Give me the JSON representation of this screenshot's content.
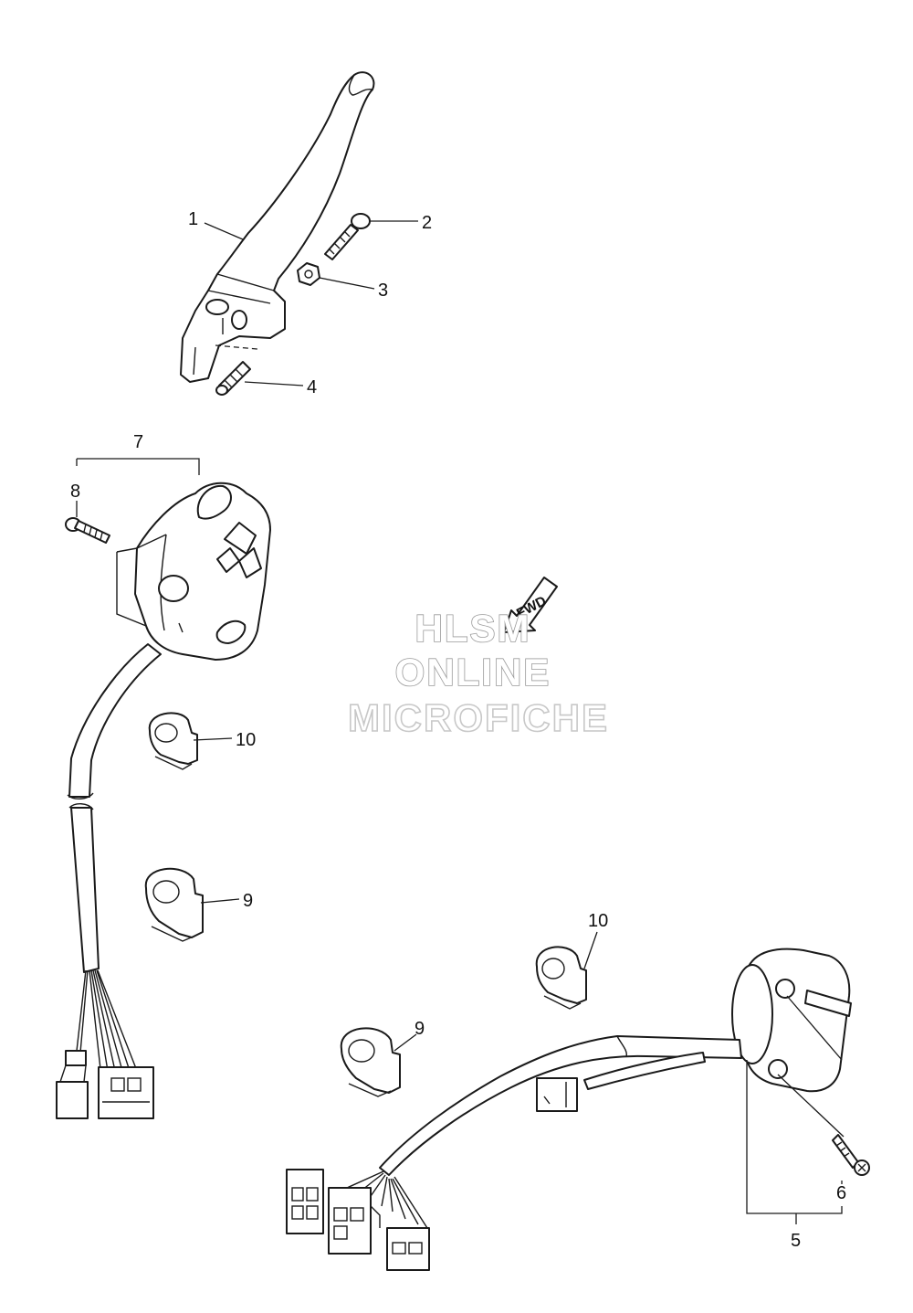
{
  "callouts": {
    "c1": "1",
    "c2": "2",
    "c3": "3",
    "c4": "4",
    "c5": "5",
    "c6": "6",
    "c7": "7",
    "c8": "8",
    "c9a": "9",
    "c9b": "9",
    "c10a": "10",
    "c10b": "10"
  },
  "fwd_arrow": {
    "label": "FWD"
  },
  "watermark": {
    "line1": "HLSM",
    "line2": "ONLINE",
    "line3": "MICROFICHE"
  },
  "icons": {
    "lever": "clutch-lever",
    "bolt": "pivot-bolt",
    "nut": "lock-nut",
    "spring": "adjuster-screw",
    "left_switch": "left-handlebar-switch",
    "right_switch": "right-handlebar-switch",
    "clamp": "wire-clamp",
    "connector": "wire-connector"
  },
  "colors": {
    "line": "#1a1a1a",
    "background": "#ffffff",
    "watermark": "#9a9a9a"
  }
}
